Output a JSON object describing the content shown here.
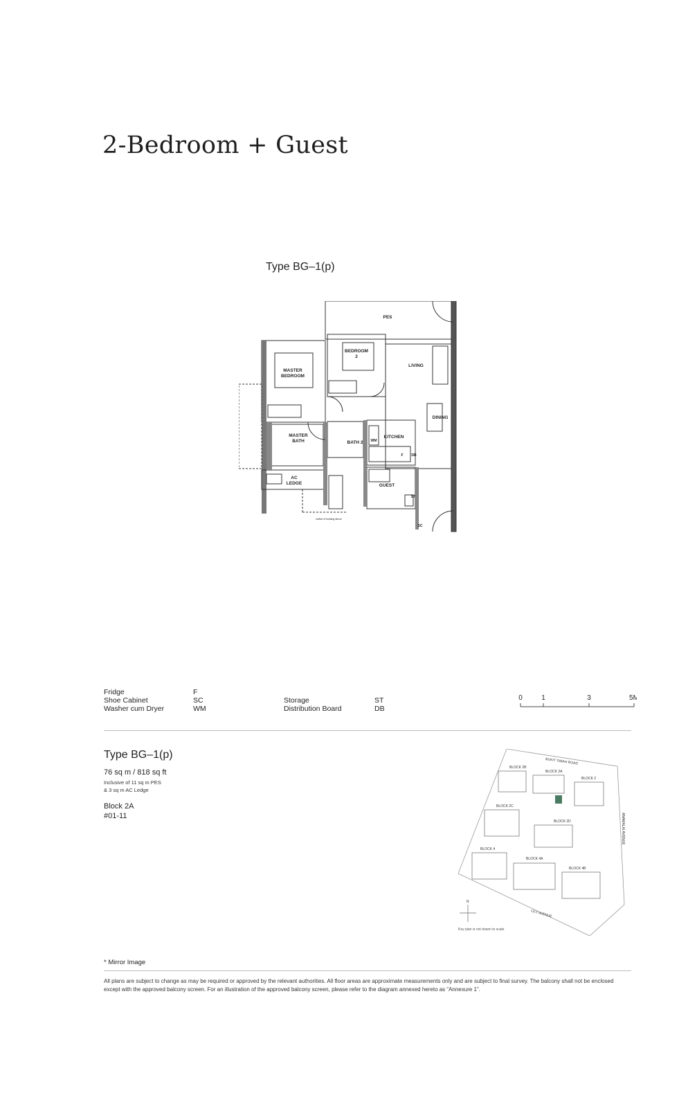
{
  "page_title": "2-Bedroom + Guest",
  "plan_label": "Type BG–1(p)",
  "rooms": {
    "pes": "PES",
    "bedroom2": [
      "BEDROOM",
      "2"
    ],
    "living": "LIVING",
    "master_bedroom": [
      "MASTER",
      "BEDROOM"
    ],
    "dining": "DINING",
    "master_bath": [
      "MASTER",
      "BATH"
    ],
    "bath2": "BATH 2",
    "kitchen": "KITCHEN",
    "wm": "WM",
    "f": "F",
    "db": "DB",
    "ac_ledge": [
      "AC",
      "LEDGE"
    ],
    "guest": "GUEST",
    "st": "ST",
    "sc": "SC",
    "outline_note": "outline of building above"
  },
  "legend": {
    "col1_names": [
      "Fridge",
      "Shoe Cabinet",
      "Washer cum Dryer"
    ],
    "col1_codes": [
      "F",
      "SC",
      "WM"
    ],
    "col2_names": [
      "Storage",
      "Distribution Board"
    ],
    "col2_codes": [
      "ST",
      "DB"
    ]
  },
  "scale_labels": [
    "0",
    "1",
    "3",
    "5M"
  ],
  "unit": {
    "type": "Type BG–1(p)",
    "area": "76 sq m / 818 sq ft",
    "note_1": "Inclusive of 11 sq m PES",
    "note_2": "& 3 sq m AC Ledge",
    "block": "Block 2A",
    "unit_no": "#01-11"
  },
  "keyplan": {
    "roads": [
      "BUKIT TIMAH ROAD",
      "ANAMALAI AVENUE",
      "LILY AVENUE"
    ],
    "blocks": [
      "BLOCK 2B",
      "BLOCK 2A",
      "BLOCK 2",
      "BLOCK 2C",
      "BLOCK 2D",
      "BLOCK 4",
      "BLOCK 4A",
      "BLOCK 4B"
    ],
    "north": "N",
    "note": "Key plan is not drawn to scale",
    "highlight_color": "#4a7a62"
  },
  "mirror_note": "* Mirror Image",
  "disclaimer": "All plans are subject to change as may be required or approved by the relevant authorities. All floor areas are approximate measurements only and are subject to final survey. The balcony shall not be enclosed except with the approved balcony screen. For an illustration of the approved balcony screen, please refer to the diagram annexed hereto as “Annexure 1”."
}
